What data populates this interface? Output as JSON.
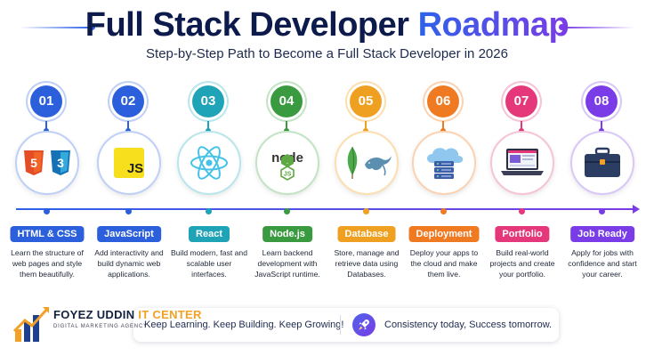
{
  "header": {
    "title_part1": "Full Stack Developer",
    "title_part2": "Roadmap",
    "subtitle": "Step-by-Step Path to Become a Full Stack Developer in 2026"
  },
  "steps": [
    {
      "number": "01",
      "label": "HTML & CSS",
      "icon": "html5-css3-logo",
      "color": "#2b5fdb",
      "light": "#bfd0f6",
      "desc": "Learn the structure of web pages and style them beautifully."
    },
    {
      "number": "02",
      "label": "JavaScript",
      "icon": "javascript-logo",
      "color": "#2b5fdb",
      "light": "#bfd0f6",
      "desc": "Add interactivity and build dynamic web applications."
    },
    {
      "number": "03",
      "label": "React",
      "icon": "react-logo",
      "color": "#1fa3b7",
      "light": "#b9e6ec",
      "desc": "Build modern, fast and scalable user interfaces."
    },
    {
      "number": "04",
      "label": "Node.js",
      "icon": "nodejs-logo",
      "color": "#3a9a3f",
      "light": "#c3e4c4",
      "desc": "Learn backend development with JavaScript runtime."
    },
    {
      "number": "05",
      "label": "Database",
      "icon": "mongodb-mysql-logo",
      "color": "#f0a020",
      "light": "#fbdfb0",
      "desc": "Store, manage and retrieve data using Databases."
    },
    {
      "number": "06",
      "label": "Deployment",
      "icon": "cloud-server-icon",
      "color": "#f07a22",
      "light": "#fbd2b2",
      "desc": "Deploy your apps to the cloud and make them live."
    },
    {
      "number": "07",
      "label": "Portfolio",
      "icon": "laptop-portfolio-icon",
      "color": "#e5387a",
      "light": "#f6c3d7",
      "desc": "Build real-world projects and create your portfolio."
    },
    {
      "number": "08",
      "label": "Job Ready",
      "icon": "briefcase-icon",
      "color": "#7a3ce6",
      "light": "#d9c8f7",
      "desc": "Apply for jobs with confidence and start your career."
    }
  ],
  "footer": {
    "message_left": "Keep Learning. Keep Building. Keep Growing!",
    "message_right": "Consistency today, Success tomorrow."
  },
  "brand": {
    "name_part1": "FOYEZ UDDIN",
    "name_part2": "IT CENTER",
    "tagline": "DIGITAL MARKETING AGENCY"
  }
}
